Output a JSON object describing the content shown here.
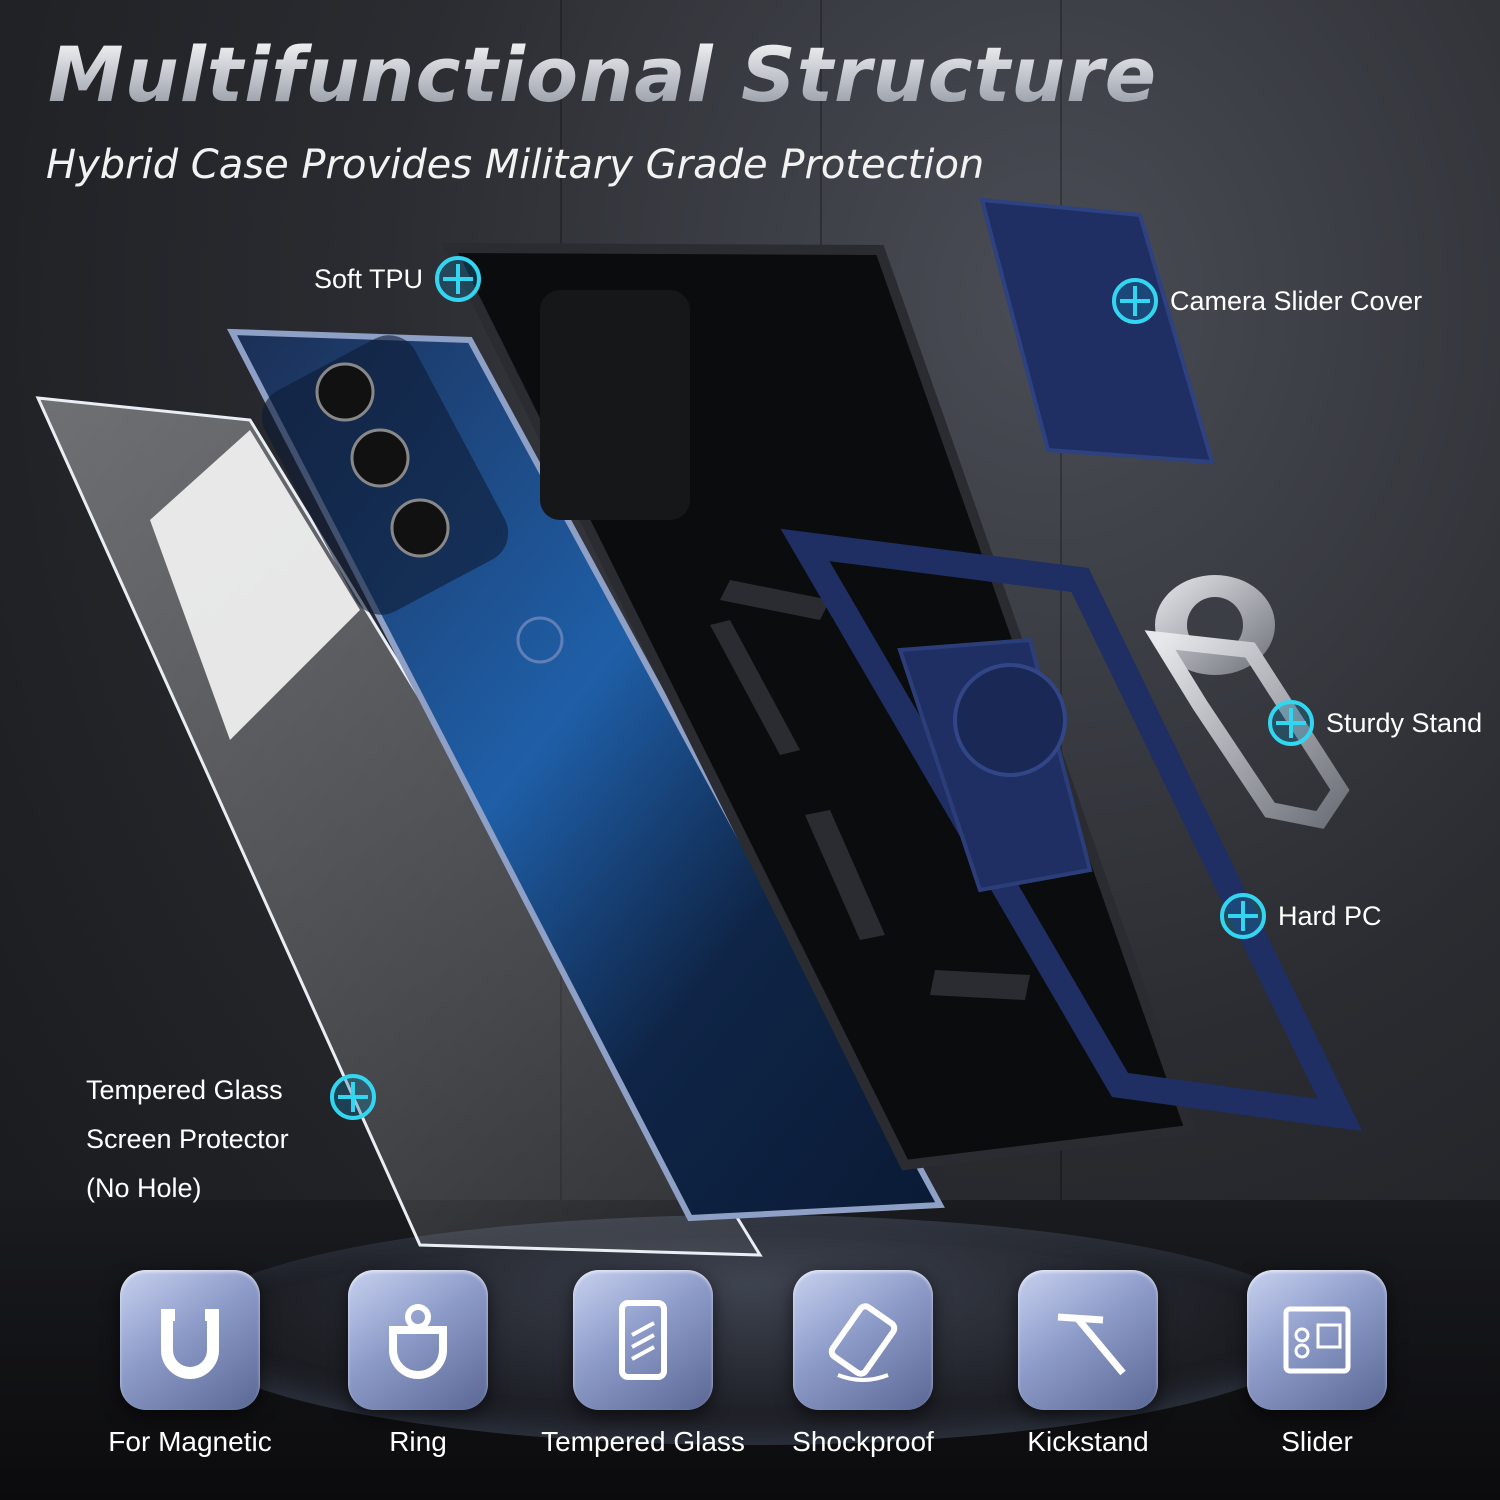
{
  "header": {
    "title": "Multifunctional Structure",
    "subtitle": "Hybrid Case Provides Military Grade Protection"
  },
  "callouts": {
    "soft_tpu": "Soft TPU",
    "camera_slider_cover": "Camera Slider Cover",
    "sturdy_stand": "Sturdy Stand",
    "hard_pc": "Hard PC",
    "tempered_glass": [
      "Tempered Glass",
      "Screen Protector",
      "(No Hole)"
    ]
  },
  "features": [
    {
      "label": "For Magnetic",
      "icon": "magnet-icon"
    },
    {
      "label": "Ring",
      "icon": "ring-icon"
    },
    {
      "label": "Tempered Glass",
      "icon": "tempered-glass-icon"
    },
    {
      "label": "Shockproof",
      "icon": "shockproof-icon"
    },
    {
      "label": "Kickstand",
      "icon": "kickstand-icon"
    },
    {
      "label": "Slider",
      "icon": "slider-icon"
    }
  ],
  "colors": {
    "accent": "#33d6f0",
    "case_blue": "#1f2f63",
    "tile": "#8d9bc9"
  }
}
